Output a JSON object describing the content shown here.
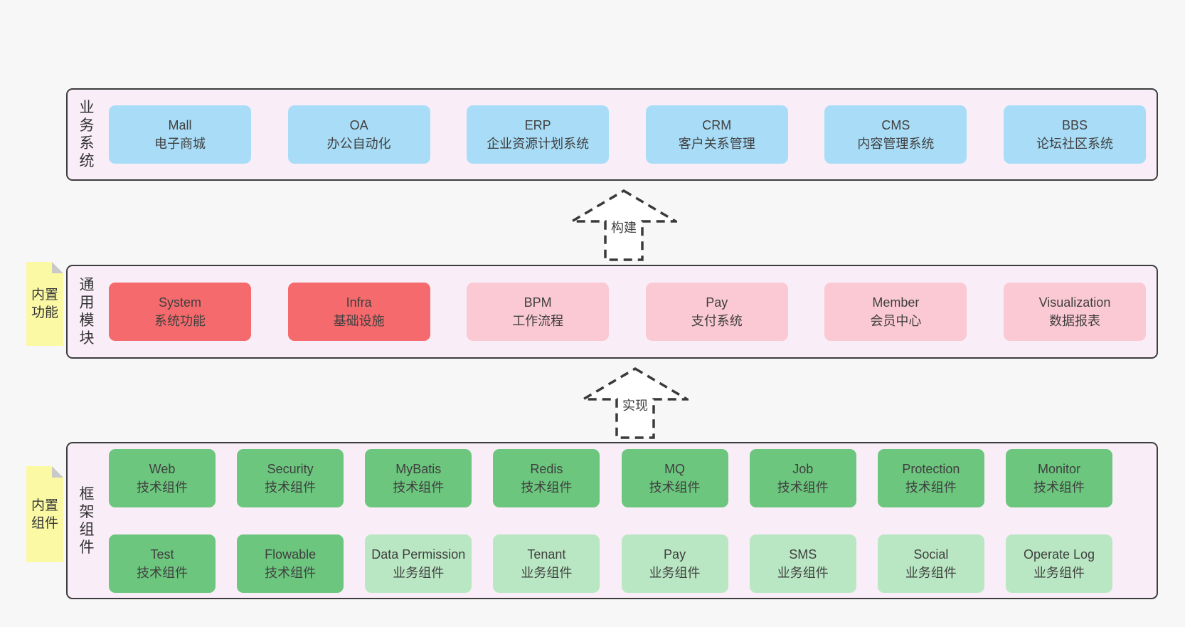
{
  "colors": {
    "bg": "#f7f7f7",
    "panel": "#f9eef8",
    "panel-border": "#3d3d3d",
    "blue": "#a9ddf7",
    "red": "#f56a6c",
    "pink": "#fbc9d4",
    "green": "#6cc67e",
    "green-light": "#bae7c3",
    "yellow": "#fbf9a4",
    "fold": "#c9c9c9",
    "text": "#3f3f3f",
    "arrow": "#3a3a3a"
  },
  "layers": {
    "business": {
      "label": "业务系统",
      "boxes": [
        {
          "name": "Mall",
          "desc": "电子商城",
          "variant": "blue"
        },
        {
          "name": "OA",
          "desc": "办公自动化",
          "variant": "blue"
        },
        {
          "name": "ERP",
          "desc": "企业资源计划系统",
          "variant": "blue"
        },
        {
          "name": "CRM",
          "desc": "客户关系管理",
          "variant": "blue"
        },
        {
          "name": "CMS",
          "desc": "内容管理系统",
          "variant": "blue"
        },
        {
          "name": "BBS",
          "desc": "论坛社区系统",
          "variant": "blue"
        }
      ]
    },
    "modules": {
      "label": "通用模块",
      "note": "内置功能",
      "boxes": [
        {
          "name": "System",
          "desc": "系统功能",
          "variant": "red"
        },
        {
          "name": "Infra",
          "desc": "基础设施",
          "variant": "red"
        },
        {
          "name": "BPM",
          "desc": "工作流程",
          "variant": "pink"
        },
        {
          "name": "Pay",
          "desc": "支付系统",
          "variant": "pink"
        },
        {
          "name": "Member",
          "desc": "会员中心",
          "variant": "pink"
        },
        {
          "name": "Visualization",
          "desc": "数据报表",
          "variant": "pink"
        }
      ]
    },
    "framework": {
      "label": "框架组件",
      "note": "内置组件",
      "row1": [
        {
          "name": "Web",
          "desc": "技术组件",
          "variant": "green"
        },
        {
          "name": "Security",
          "desc": "技术组件",
          "variant": "green"
        },
        {
          "name": "MyBatis",
          "desc": "技术组件",
          "variant": "green"
        },
        {
          "name": "Redis",
          "desc": "技术组件",
          "variant": "green"
        },
        {
          "name": "MQ",
          "desc": "技术组件",
          "variant": "green"
        },
        {
          "name": "Job",
          "desc": "技术组件",
          "variant": "green"
        },
        {
          "name": "Protection",
          "desc": "技术组件",
          "variant": "green"
        },
        {
          "name": "Monitor",
          "desc": "技术组件",
          "variant": "green"
        }
      ],
      "row2": [
        {
          "name": "Test",
          "desc": "技术组件",
          "variant": "green"
        },
        {
          "name": "Flowable",
          "desc": "技术组件",
          "variant": "green"
        },
        {
          "name": "Data Permission",
          "desc": "业务组件",
          "variant": "green-light"
        },
        {
          "name": "Tenant",
          "desc": "业务组件",
          "variant": "green-light"
        },
        {
          "name": "Pay",
          "desc": "业务组件",
          "variant": "green-light"
        },
        {
          "name": "SMS",
          "desc": "业务组件",
          "variant": "green-light"
        },
        {
          "name": "Social",
          "desc": "业务组件",
          "variant": "green-light"
        },
        {
          "name": "Operate Log",
          "desc": "业务组件",
          "variant": "green-light"
        }
      ]
    }
  },
  "arrows": [
    {
      "label": "构建"
    },
    {
      "label": "实现"
    }
  ]
}
